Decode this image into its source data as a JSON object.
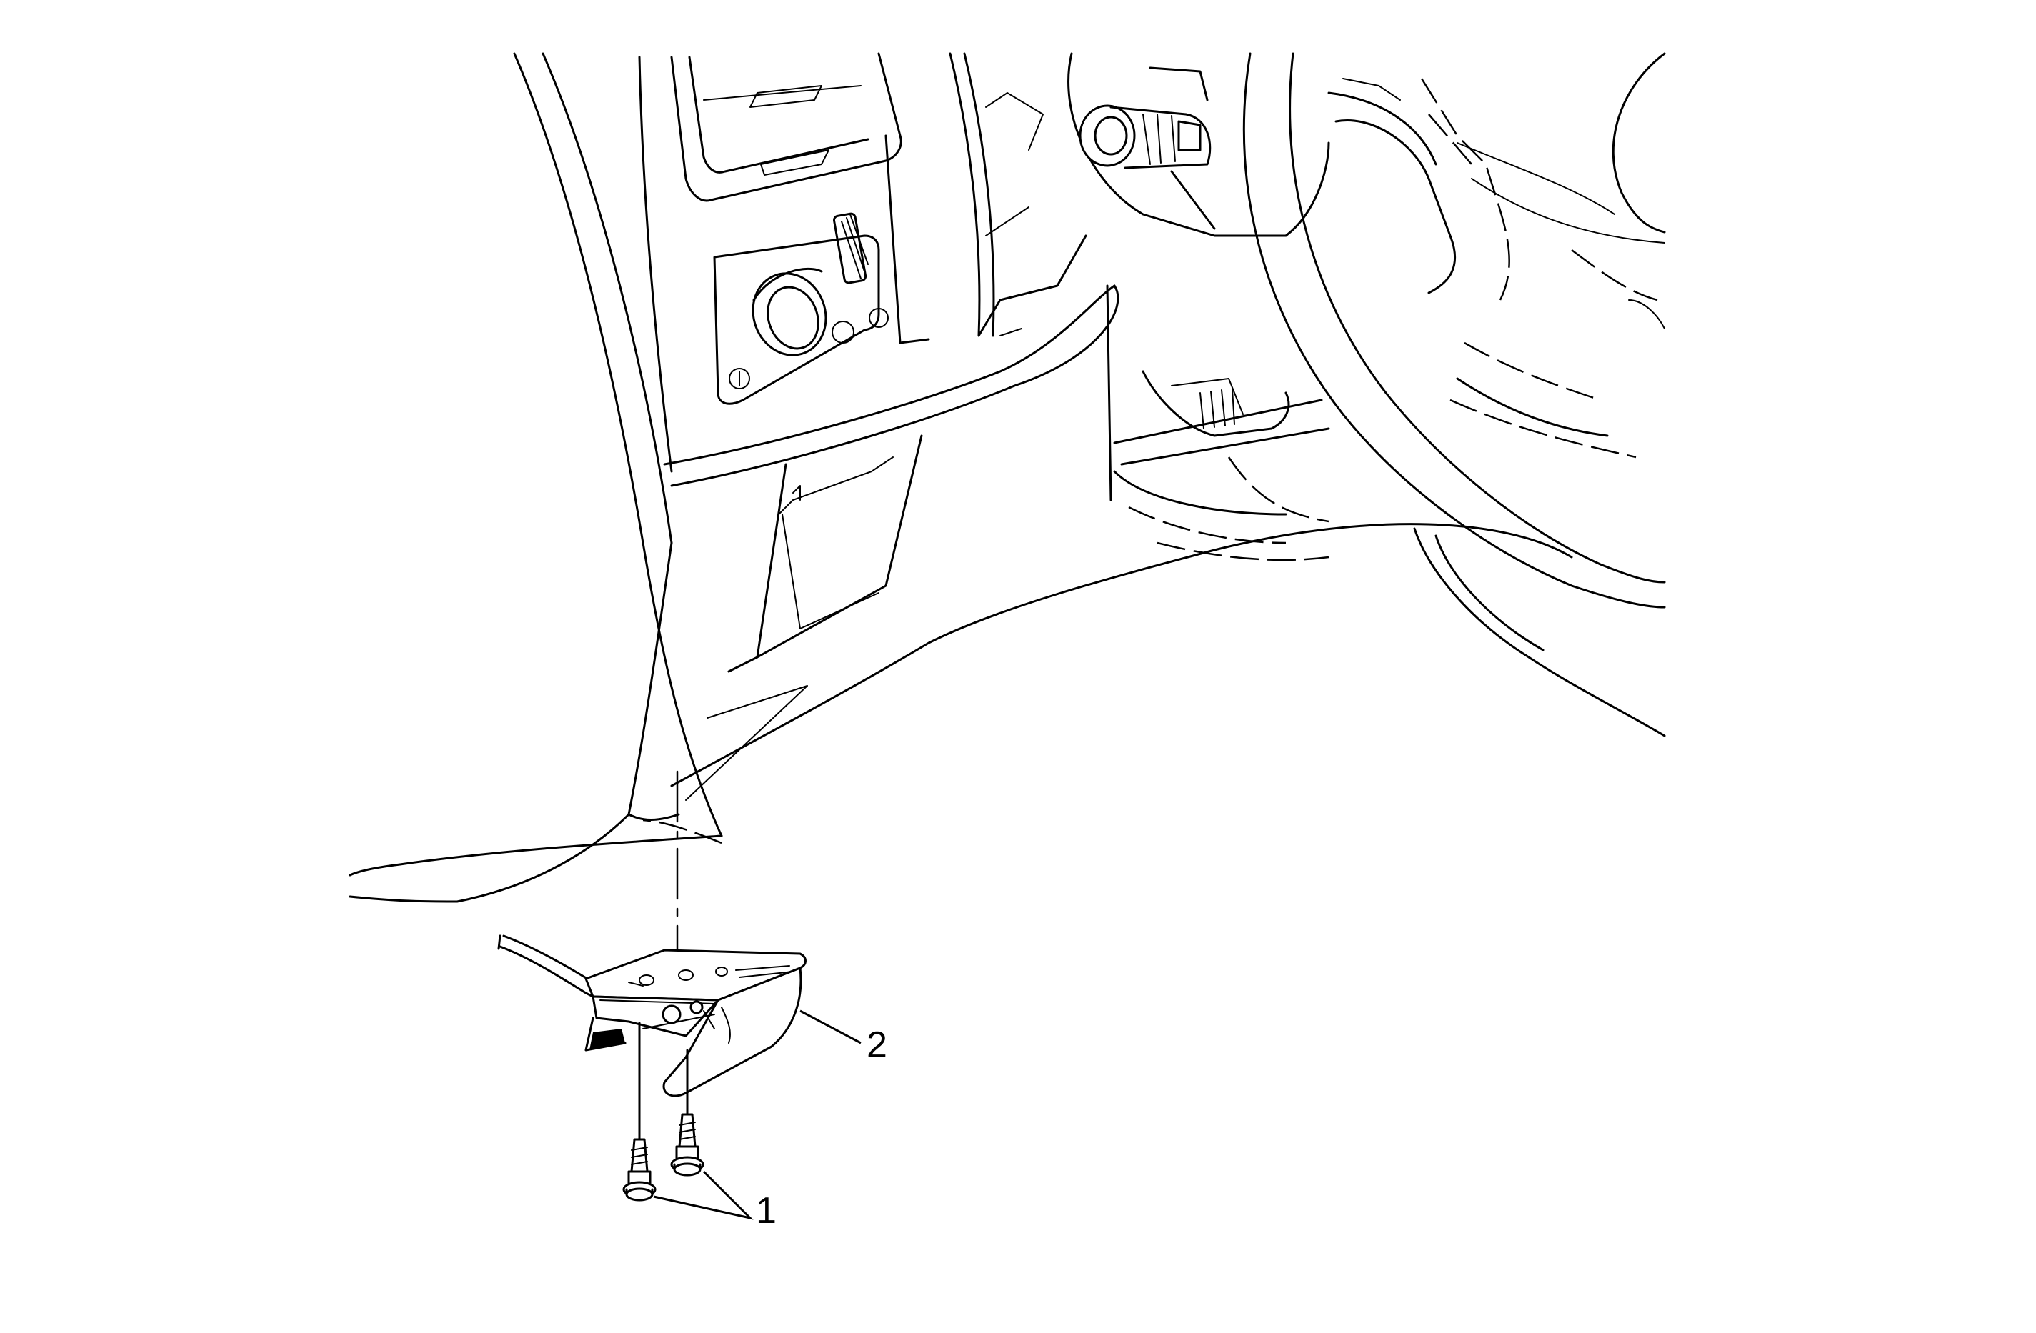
{
  "callouts": [
    {
      "label": "1",
      "part": "fasteners"
    },
    {
      "label": "2",
      "part": "bracket"
    }
  ]
}
